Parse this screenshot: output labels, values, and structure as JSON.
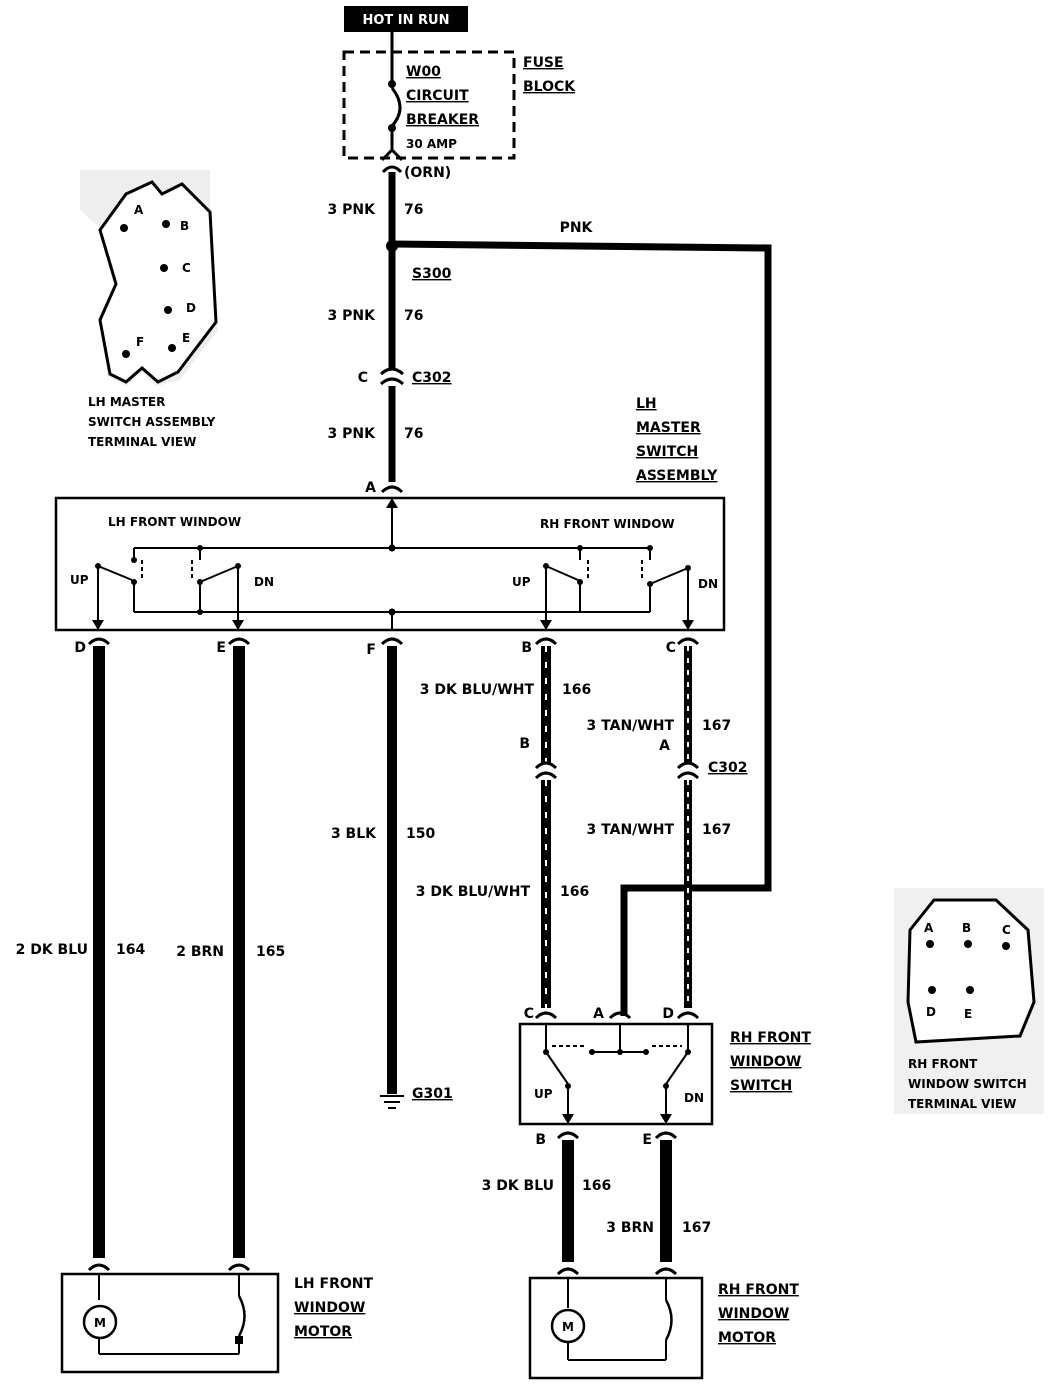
{
  "header": {
    "hot_in_run": "HOT IN RUN"
  },
  "fuse": {
    "line1": "W00",
    "line2": "CIRCUIT",
    "line3": "BREAKER",
    "rating": "30 AMP",
    "block1": "FUSE",
    "block2": "BLOCK",
    "orn": "(ORN)"
  },
  "wires": {
    "pnk_a_size": "3 PNK",
    "pnk_a_num": "76",
    "pnk_top": "PNK",
    "s300": "S300",
    "pnk_b_size": "3 PNK",
    "pnk_b_num": "76",
    "c302_letter": "C",
    "c302_top": "C302",
    "pnk_c_size": "3 PNK",
    "pnk_c_num": "76",
    "dkbluwht_a": "3 DK BLU/WHT",
    "dkbluwht_a_num": "166",
    "tanwht_a": "3 TAN/WHT",
    "tanwht_a_num": "167",
    "c302_b_pinB": "B",
    "c302_b_pinA": "A",
    "c302_right": "C302",
    "blk": "3 BLK",
    "blk_num": "150",
    "tanwht_b": "3 TAN/WHT",
    "tanwht_b_num": "167",
    "dkbluwht_b": "3 DK BLU/WHT",
    "dkbluwht_b_num": "166",
    "dkblu_lh": "2 DK BLU",
    "dkblu_lh_num": "164",
    "brn_lh": "2 BRN",
    "brn_lh_num": "165",
    "g301": "G301",
    "dkblu_rh": "3 DK BLU",
    "dkblu_rh_num": "166",
    "brn_rh": "3 BRN",
    "brn_rh_num": "167"
  },
  "lh_terminal": {
    "pins": [
      "A",
      "B",
      "C",
      "D",
      "E",
      "F"
    ],
    "caption1": "LH MASTER",
    "caption2": "SWITCH ASSEMBLY",
    "caption3": "TERMINAL VIEW"
  },
  "lh_master": {
    "title1": "LH",
    "title2": "MASTER",
    "title3": "SWITCH",
    "title4": "ASSEMBLY",
    "pin_in": "A",
    "lh_front_window": "LH FRONT WINDOW",
    "rh_front_window": "RH FRONT WINDOW",
    "up_l": "UP",
    "dn_l": "DN",
    "up_r": "UP",
    "dn_r": "DN",
    "pin_d": "D",
    "pin_e": "E",
    "pin_f": "F",
    "pin_b": "B",
    "pin_c": "C"
  },
  "rh_switch": {
    "title1": "RH FRONT",
    "title2": "WINDOW",
    "title3": "SWITCH",
    "pin_c": "C",
    "pin_a": "A",
    "pin_d": "D",
    "up": "UP",
    "dn": "DN",
    "pin_b": "B",
    "pin_e": "E"
  },
  "rh_terminal": {
    "pins": [
      "A",
      "B",
      "C",
      "D",
      "E"
    ],
    "caption1": "RH FRONT",
    "caption2": "WINDOW SWITCH",
    "caption3": "TERMINAL VIEW"
  },
  "lh_motor": {
    "title1": "LH FRONT",
    "title2": "WINDOW",
    "title3": "MOTOR",
    "m": "M"
  },
  "rh_motor": {
    "title1": "RH FRONT",
    "title2": "WINDOW",
    "title3": "MOTOR",
    "m": "M"
  }
}
